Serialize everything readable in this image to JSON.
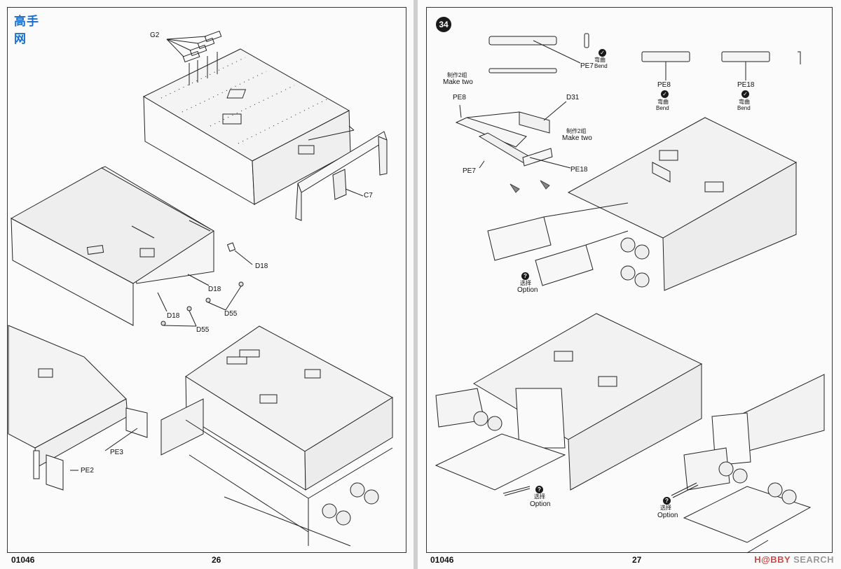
{
  "left_page": {
    "page_number": "26",
    "product_code": "01046",
    "part_labels": {
      "g2": "G2",
      "c7": "C7",
      "d18_right": "D18",
      "d18_mid": "D18",
      "d18_low": "D18",
      "d55_right": "D55",
      "d55_low": "D55",
      "pe3": "PE3",
      "pe2": "PE2"
    }
  },
  "right_page": {
    "page_number": "27",
    "product_code": "01046",
    "step_number": "34",
    "part_labels": {
      "pe7_top": "PE7",
      "pe8_top": "PE8",
      "pe18_top": "PE18",
      "pe8_sub": "PE8",
      "d31": "D31",
      "pe7_sub": "PE7",
      "pe18_sub": "PE18"
    },
    "notes": {
      "bend_cn": "弯曲",
      "bend_en": "Bend",
      "make_two_cn": "制作2组",
      "make_two_en": "Make two",
      "option_cn": "选择",
      "option_en": "Option"
    }
  },
  "watermark": {
    "logo_cn": "高手网",
    "hobby": "H@BBY",
    "search": "SEARCH"
  },
  "colors": {
    "paper": "#fbfbfb",
    "ink": "#222222",
    "badge": "#1a1a1a"
  }
}
